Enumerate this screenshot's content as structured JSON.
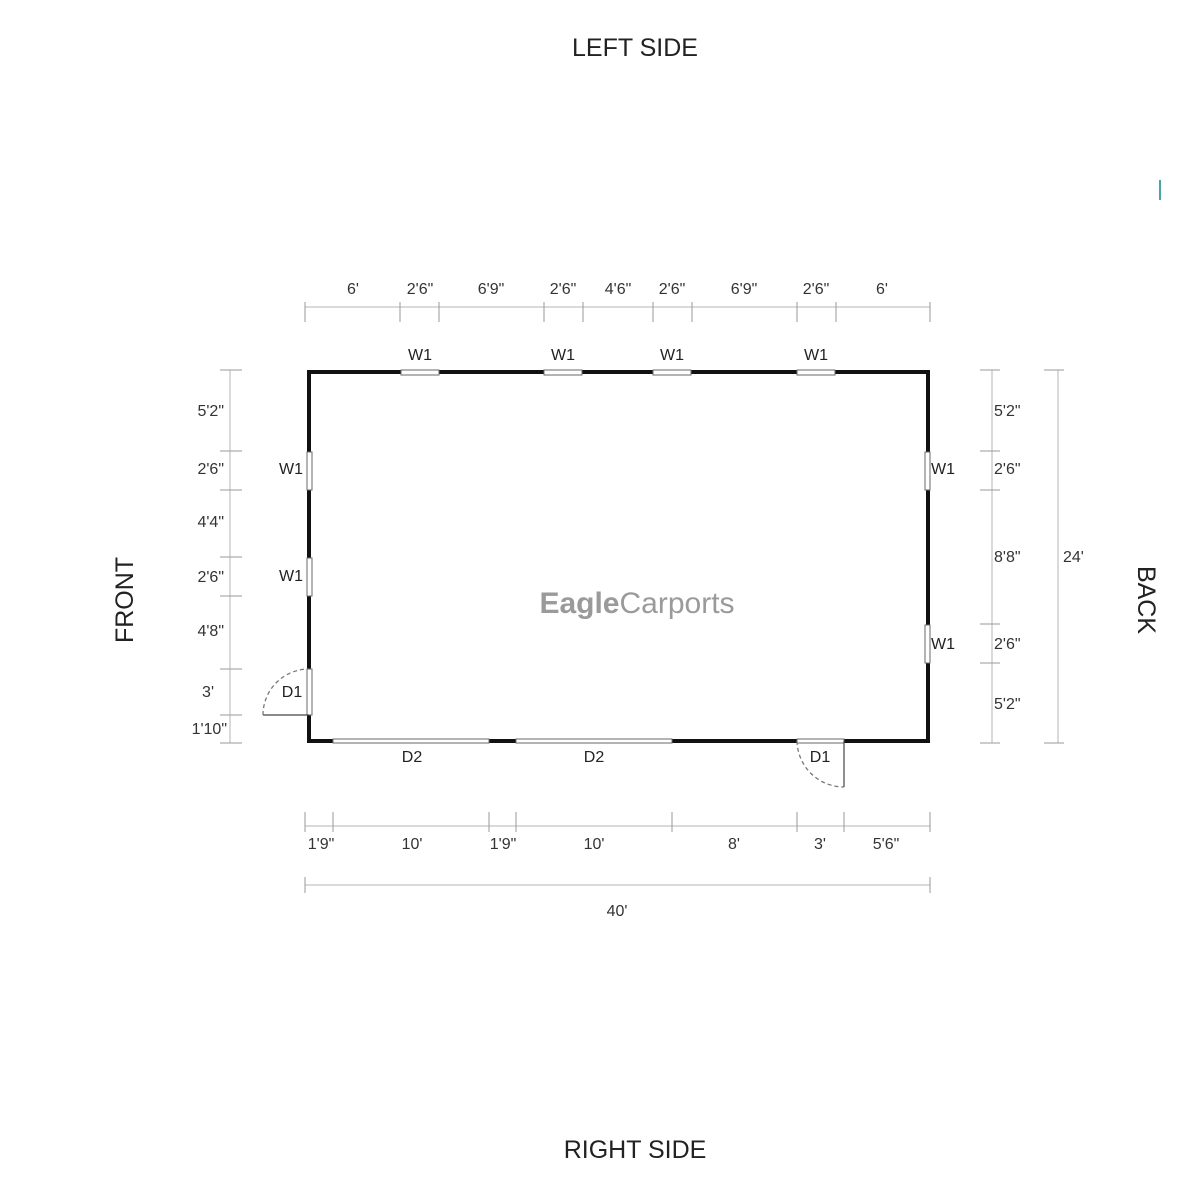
{
  "sides": {
    "left": "LEFT SIDE",
    "right": "RIGHT SIDE",
    "front": "FRONT",
    "back": "BACK"
  },
  "top_dims": [
    "6'",
    "2'6\"",
    "6'9\"",
    "2'6\"",
    "4'6\"",
    "2'6\"",
    "6'9\"",
    "2'6\"",
    "6'"
  ],
  "bottom_dims": [
    "1'9\"",
    "10'",
    "1'9\"",
    "10'",
    "8'",
    "3'",
    "5'6\""
  ],
  "overall_width": "40'",
  "overall_depth": "24'",
  "front_dims": [
    "5'2\"",
    "2'6\"",
    "4'4\"",
    "2'6\"",
    "4'8\"",
    "3'",
    "1'10\""
  ],
  "back_dims": [
    "5'2\"",
    "2'6\"",
    "8'8\"",
    "2'6\"",
    "5'2\""
  ],
  "top_windows": [
    "W1",
    "W1",
    "W1",
    "W1"
  ],
  "front_windows": [
    "W1",
    "W1"
  ],
  "back_windows": [
    "W1",
    "W1"
  ],
  "front_door": "D1",
  "bottom_doors": [
    "D2",
    "D2"
  ],
  "bottom_walk_door": "D1",
  "logo": {
    "bold": "Eagle",
    "regular": "Carports"
  },
  "colors": {
    "wall": "#111111",
    "dimension": "#b5b5b5",
    "logo": "#9a9a9a"
  }
}
